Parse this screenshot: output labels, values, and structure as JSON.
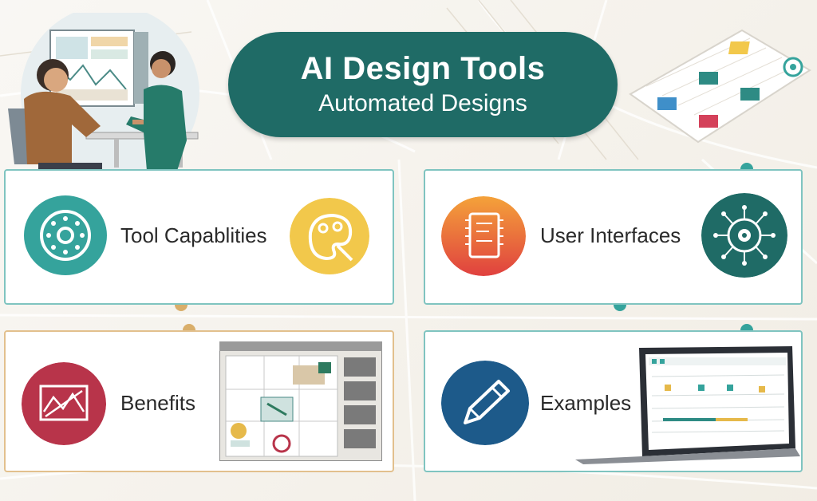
{
  "header": {
    "title": "AI Design Tools",
    "subtitle": "Automated Designs"
  },
  "cards": {
    "tool_capabilities": {
      "label": "Tool Capablities"
    },
    "user_interfaces": {
      "label": "User Interfaces"
    },
    "benefits": {
      "label": "Benefits"
    },
    "examples": {
      "label": "Examples"
    }
  },
  "colors": {
    "teal": "#1f6b66",
    "teal_light": "#35a39c",
    "gold": "#d9ae6a",
    "yellow": "#f2c84b",
    "orange": "#f08a3c",
    "red": "#c43a4a",
    "navy": "#1d5a8a"
  },
  "icons": [
    "dial-icon",
    "palette-icon",
    "chip-icon",
    "circuit-icon",
    "blueprint-icon",
    "pencil-icon",
    "laptop-screen",
    "floor-plan-screen",
    "people-illustration",
    "floating-dashboard"
  ]
}
